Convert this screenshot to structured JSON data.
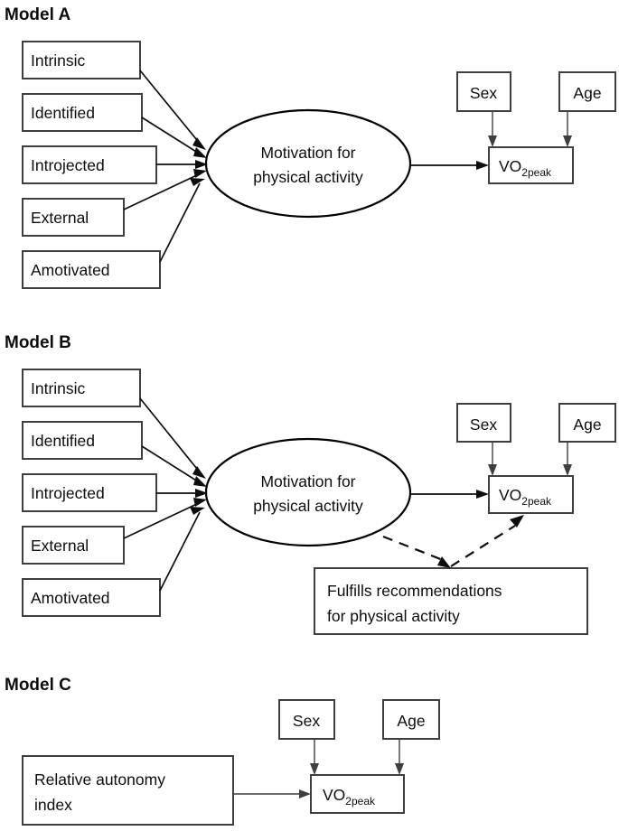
{
  "figure": {
    "kind": "path-diagram",
    "background_color": "#ffffff",
    "line_color": "#0d0d0d",
    "box_stroke_color": "#3f3f3f"
  },
  "models": {
    "a": {
      "title": "Model A",
      "predictors": [
        {
          "label": "Intrinsic"
        },
        {
          "label": "Identified"
        },
        {
          "label": "Introjected"
        },
        {
          "label": "External"
        },
        {
          "label": "Amotivated"
        }
      ],
      "mediator": {
        "line1": "Motivation for",
        "line2": "physical activity"
      },
      "covariates": [
        {
          "label": "Sex"
        },
        {
          "label": "Age"
        }
      ],
      "outcome": {
        "base": "VO",
        "subscript": "2peak"
      }
    },
    "b": {
      "title": "Model B",
      "predictors": [
        {
          "label": "Intrinsic"
        },
        {
          "label": "Identified"
        },
        {
          "label": "Introjected"
        },
        {
          "label": "External"
        },
        {
          "label": "Amotivated"
        }
      ],
      "mediator": {
        "line1": "Motivation for",
        "line2": "physical activity"
      },
      "covariates": [
        {
          "label": "Sex"
        },
        {
          "label": "Age"
        }
      ],
      "outcome": {
        "base": "VO",
        "subscript": "2peak"
      },
      "second_mediator": {
        "line1": "Fulfills recommendations",
        "line2": "for physical activity"
      }
    },
    "c": {
      "title": "Model C",
      "predictor": {
        "line1": "Relative autonomy",
        "line2": "index"
      },
      "covariates": [
        {
          "label": "Sex"
        },
        {
          "label": "Age"
        }
      ],
      "outcome": {
        "base": "VO",
        "subscript": "2peak"
      }
    }
  }
}
